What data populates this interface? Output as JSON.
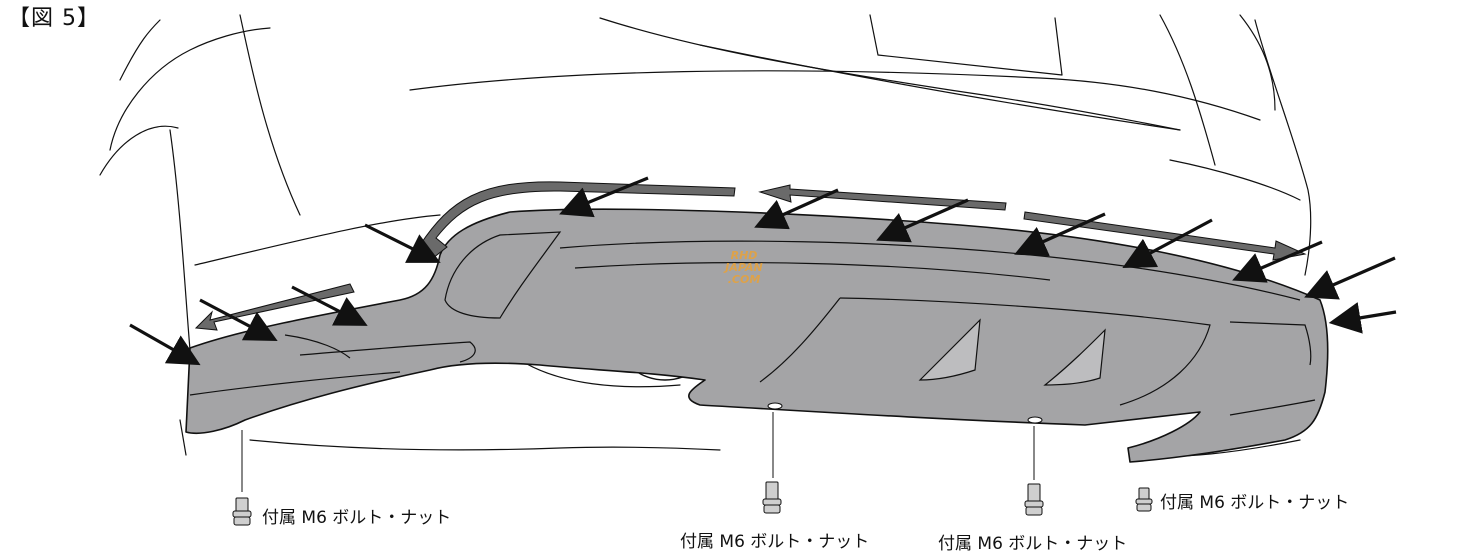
{
  "figure_label": "【図 5】",
  "watermark_lines": [
    "RHD",
    "JAPAN",
    ".COM"
  ],
  "bolt_labels": [
    "付属 M6 ボルト・ナット",
    "付属 M6 ボルト・ナット",
    "付属 M6 ボルト・ナット",
    "付属 M6 ボルト・ナット"
  ],
  "colors": {
    "diffuser_fill": "#a4a4a6",
    "guide_arrow": "#6a6a6a",
    "line": "#111111",
    "watermark": "#e8a23a"
  }
}
